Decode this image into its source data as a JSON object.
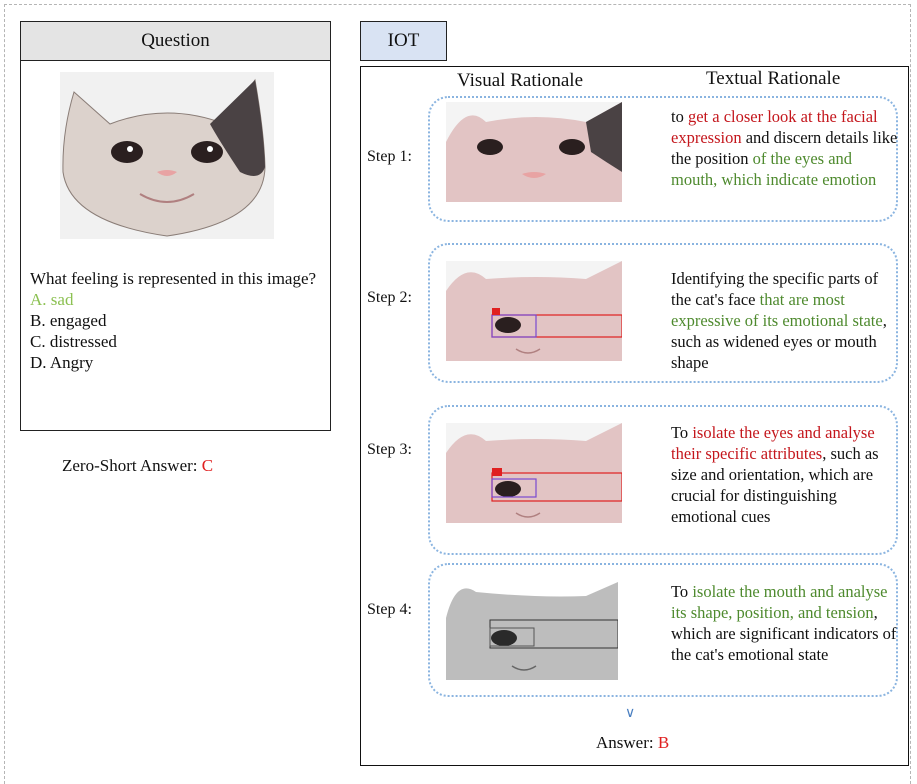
{
  "question_panel": {
    "header": "Question",
    "question_text": "What feeling is represented in this image?",
    "options": [
      "A. sad",
      "B. engaged",
      "C. distressed",
      "D. Angry"
    ],
    "correct_option_index": 0,
    "correct_color": "#8cc152"
  },
  "zero_shot": {
    "label": "Zero-Short Answer:",
    "value": "C"
  },
  "iot": {
    "tab_label": "IOT",
    "col_visual": "Visual Rationale",
    "col_textual": "Textual Rationale",
    "steps": [
      {
        "label": "Step 1:",
        "segments": [
          {
            "text": "to ",
            "tone": "plain"
          },
          {
            "text": "get a closer look at the facial expression",
            "tone": "red"
          },
          {
            "text": " and discern details like the position ",
            "tone": "plain"
          },
          {
            "text": "of the eyes and mouth, which indicate emotion",
            "tone": "green"
          }
        ]
      },
      {
        "label": "Step 2:",
        "segments": [
          {
            "text": "Identifying the specific parts of the cat's face ",
            "tone": "plain"
          },
          {
            "text": "that are most expressive of its emotional state",
            "tone": "green"
          },
          {
            "text": ", such as widened eyes or mouth shape",
            "tone": "plain"
          }
        ]
      },
      {
        "label": "Step 3:",
        "segments": [
          {
            "text": "To ",
            "tone": "plain"
          },
          {
            "text": "isolate the eyes and analyse their specific attributes",
            "tone": "red"
          },
          {
            "text": ", such as size and orientation, which are crucial for distinguishing emotional cues",
            "tone": "plain"
          }
        ]
      },
      {
        "label": "Step 4:",
        "segments": [
          {
            "text": "To ",
            "tone": "plain"
          },
          {
            "text": "isolate the mouth and analyse its shape, position, and tension",
            "tone": "green"
          },
          {
            "text": ", which are significant indicators of the cat's emotional state",
            "tone": "plain"
          }
        ]
      }
    ],
    "answer_label": "Answer:",
    "answer_value": "B",
    "arrow_glyph": "∨"
  },
  "colors": {
    "red": "#e02020",
    "green": "#4e8a2e",
    "step_border": "#8ab4e0",
    "iot_tab": "#d9e3f3",
    "question_header": "#e4e4e4"
  }
}
